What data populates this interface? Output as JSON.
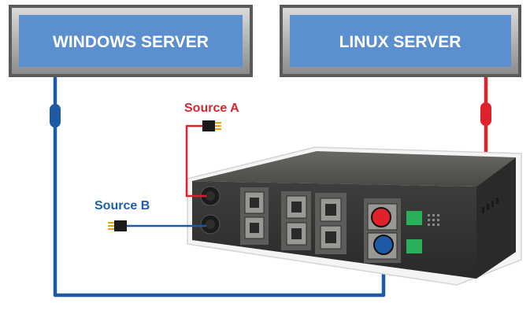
{
  "servers": {
    "windows": {
      "label": "WINDOWS SERVER"
    },
    "linux": {
      "label": "LINUX SERVER"
    }
  },
  "sources": {
    "a": {
      "label": "Source A"
    },
    "b": {
      "label": "Source B"
    }
  },
  "colors": {
    "red_cable": "#e0202a",
    "blue_cable": "#1d5aa6",
    "server_box": "#5b8fce",
    "server_frame": "#555555",
    "source_a_text": "#d7262e",
    "source_b_text": "#1f5fa8",
    "pdu_body": "#3b3a38"
  }
}
